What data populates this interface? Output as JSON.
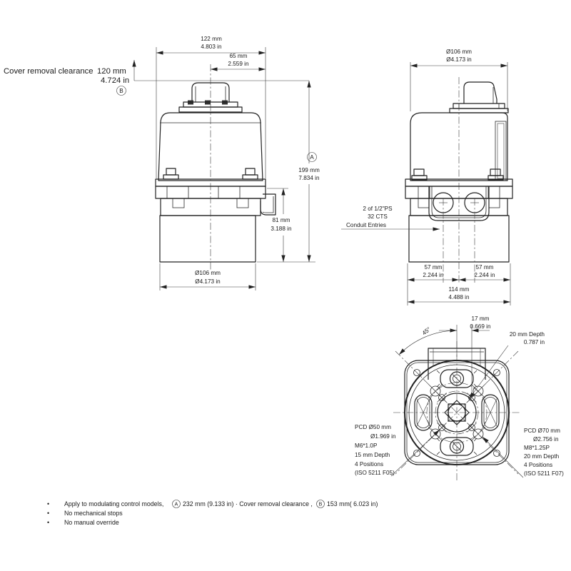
{
  "front": {
    "dim122_mm": "122 mm",
    "dim122_in": "4.803 in",
    "dim65_mm": "65 mm",
    "dim65_in": "2.559 in",
    "clearance_label": "Cover removal clearance",
    "clearance_mm": "120 mm",
    "clearance_in": "4.724 in",
    "datum_b": "B",
    "datum_a": "A",
    "dim199_mm": "199 mm",
    "dim199_in": "7.834 in",
    "dim81_mm": "81 mm",
    "dim81_in": "3.188 in",
    "dim106_mm": "Ø106 mm",
    "dim106_in": "Ø4.173 in"
  },
  "side": {
    "dim106_mm": "Ø106 mm",
    "dim106_in": "Ø4.173 in",
    "conduit1": "2 of 1/2\"PS",
    "conduit2": "32 CTS",
    "conduit3": "Conduit Entries",
    "dim57L_mm": "57 mm",
    "dim57L_in": "2.244 in",
    "dim57R_mm": "57 mm",
    "dim57R_in": "2.244 in",
    "dim114_mm": "114 mm",
    "dim114_in": "4.488 in"
  },
  "bottom": {
    "dim17_mm": "17 mm",
    "dim17_in": "0.669 in",
    "depth_mm": "20 mm Depth",
    "depth_in": "0.787 in",
    "angle": "45°",
    "pcd50_1": "PCD Ø50 mm",
    "pcd50_2": "Ø1.969 in",
    "pcd50_3": "M6*1.0P",
    "pcd50_4": "15 mm Depth",
    "pcd50_5": "4 Positions",
    "pcd50_6": "(ISO 5211 F05)",
    "pcd70_1": "PCD Ø70 mm",
    "pcd70_2": "Ø2.756 in",
    "pcd70_3": "M8*1.25P",
    "pcd70_4": "20 mm Depth",
    "pcd70_5": "4 Positions",
    "pcd70_6": "(ISO 5211 F07)"
  },
  "notes": {
    "bullet": "•",
    "n1a": "Apply to modulating control models,",
    "n1_datum_a": "A",
    "n1b": "232 mm (9.133 in) · Cover removal clearance ,",
    "n1_datum_b": "B",
    "n1c": "153 mm( 6.023 in)",
    "n2": "No mechanical stops",
    "n3": "No manual override"
  },
  "colors": {
    "line": "#222222",
    "background": "#ffffff"
  }
}
